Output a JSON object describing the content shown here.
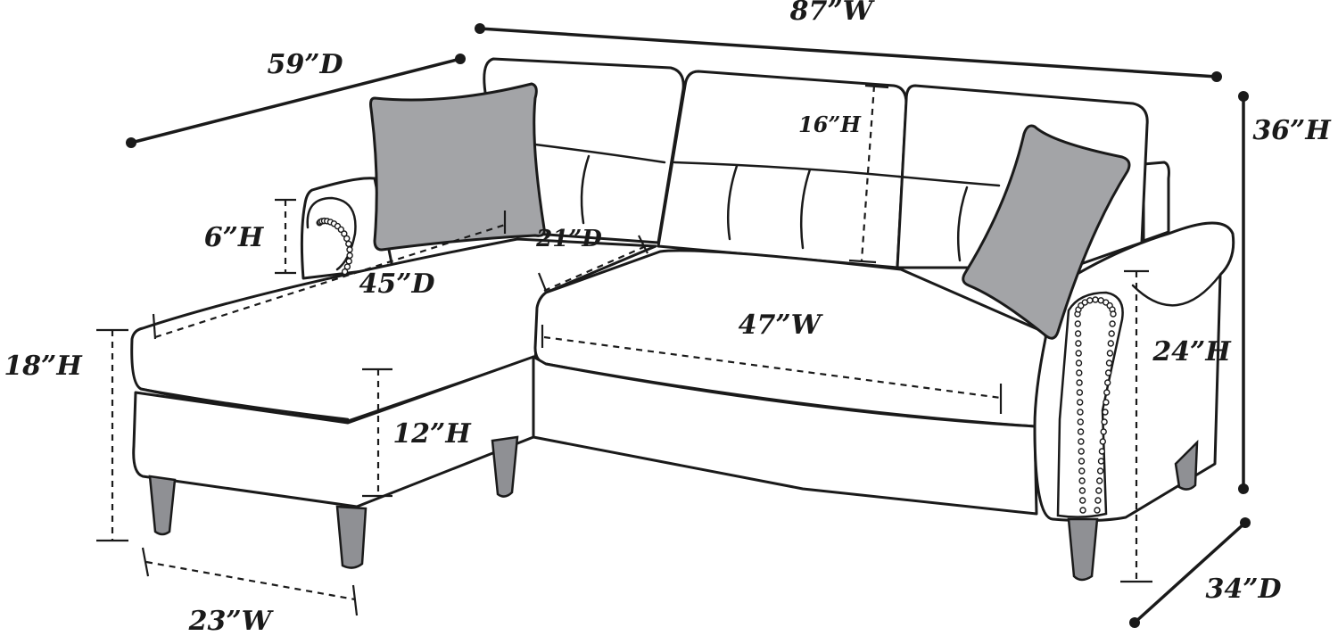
{
  "figure": {
    "subject_icon": "sectional-sofa-with-chaise-line-drawing",
    "colors": {
      "line": "#1a1a1a",
      "pillow": "#a3a4a7",
      "leg": "#8f9094",
      "background": "#ffffff"
    }
  },
  "dimensions": {
    "overall_width": "87”W",
    "overall_depth_chaise": "59”D",
    "overall_height": "36”H",
    "sofa_depth": "34”D",
    "back_cushion_height": "16”H",
    "arm_cushion_height": "6”H",
    "seat_depth": "21”D",
    "chaise_seat_depth": "45”D",
    "seat_width": "47”W",
    "arm_height": "24”H",
    "chaise_height": "18”H",
    "chaise_base_height": "12”H",
    "chaise_width": "23”W"
  }
}
